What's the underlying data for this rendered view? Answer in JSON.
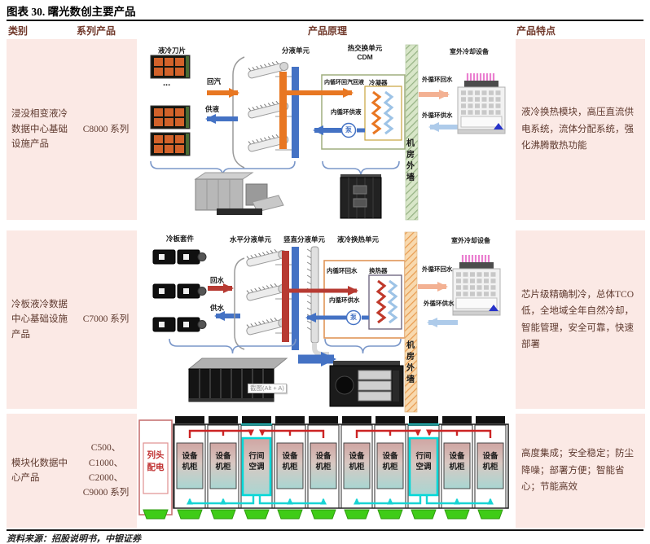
{
  "title": "图表 30. 曙光数创主要产品",
  "source": "资料来源：招股说明书，中银证券",
  "palette": {
    "pink_bg": "#fbe9e5",
    "header_text": "#70382a",
    "orange": "#e87722",
    "blue": "#4472c4",
    "red": "#b73a32",
    "green_wall": "#cfe0bd",
    "orange_wall": "#f8d9ae",
    "vent_green": "#3fcc17",
    "hot_air_red": "#cc2424",
    "cold_air_cyan": "#17d4d4"
  },
  "table": {
    "headers": {
      "category": "类别",
      "series": "系列产品",
      "principle": "产品原理",
      "features": "产品特点"
    },
    "rows": [
      {
        "category": "浸没相变液冷数据中心基础设施产品",
        "series": "C8000 系列",
        "features": "液冷换热模块，高压直流供电系统，流体分配系统，强化沸腾散热功能"
      },
      {
        "category": "冷板液冷数据中心基础设施产品",
        "series": "C7000 系列",
        "features": "芯片级精确制冷，总体TCO 低，全地域全年自然冷却，智能管理，安全可靠，快速部署"
      },
      {
        "category": "模块化数据中心产品",
        "series": "C500、C1000、C2000、C9000 系列",
        "features": "高度集成；安全稳定；防尘降噪；部署方便；智能省心；节能高效"
      }
    ]
  },
  "diagram1": {
    "labels": {
      "blades": "液冷刀片",
      "dots": "...",
      "return_vapor": "回汽",
      "supply_liquid": "供液",
      "distribution_unit": "分液单元",
      "heat_exchange_unit": "热交换单元\nCDM",
      "inner_loop_return": "内循环回汽回液",
      "condenser": "冷凝器",
      "inner_loop_supply": "内循环供液",
      "pump": "泵",
      "room_wall": "机房外墙",
      "outdoor_cooling": "室外冷却设备",
      "outer_loop_return": "外循环回水",
      "outer_loop_supply": "外循环供水"
    }
  },
  "diagram2": {
    "labels": {
      "cold_plate_kit": "冷板套件",
      "horizontal_unit": "水平分液单元",
      "vertical_unit": "竖直分液单元",
      "heat_exchange_unit": "液冷换热单元",
      "outdoor_cooling": "室外冷却设备",
      "return_water": "回水",
      "supply_water": "供水",
      "inner_loop_return": "内循环回水",
      "exchanger": "换热器",
      "inner_loop_supply": "内循环供水",
      "pump": "泵",
      "room_wall": "机房外墙",
      "outer_loop_return": "外循环回水",
      "outer_loop_supply": "外循环供水",
      "screenshot_tooltip": "截图(Alt + A)"
    }
  },
  "diagram3": {
    "pdu": "列头\n配电",
    "cabinets": [
      {
        "label": "设备\n机柜"
      },
      {
        "label": "设备\n机柜"
      },
      {
        "label": "行间\n空调"
      },
      {
        "label": "设备\n机柜"
      },
      {
        "label": "设备\n机柜"
      },
      {
        "label": "设备\n机柜"
      },
      {
        "label": "设备\n机柜"
      },
      {
        "label": "行间\n空调"
      },
      {
        "label": "设备\n机柜"
      },
      {
        "label": "设备\n机柜"
      }
    ]
  }
}
